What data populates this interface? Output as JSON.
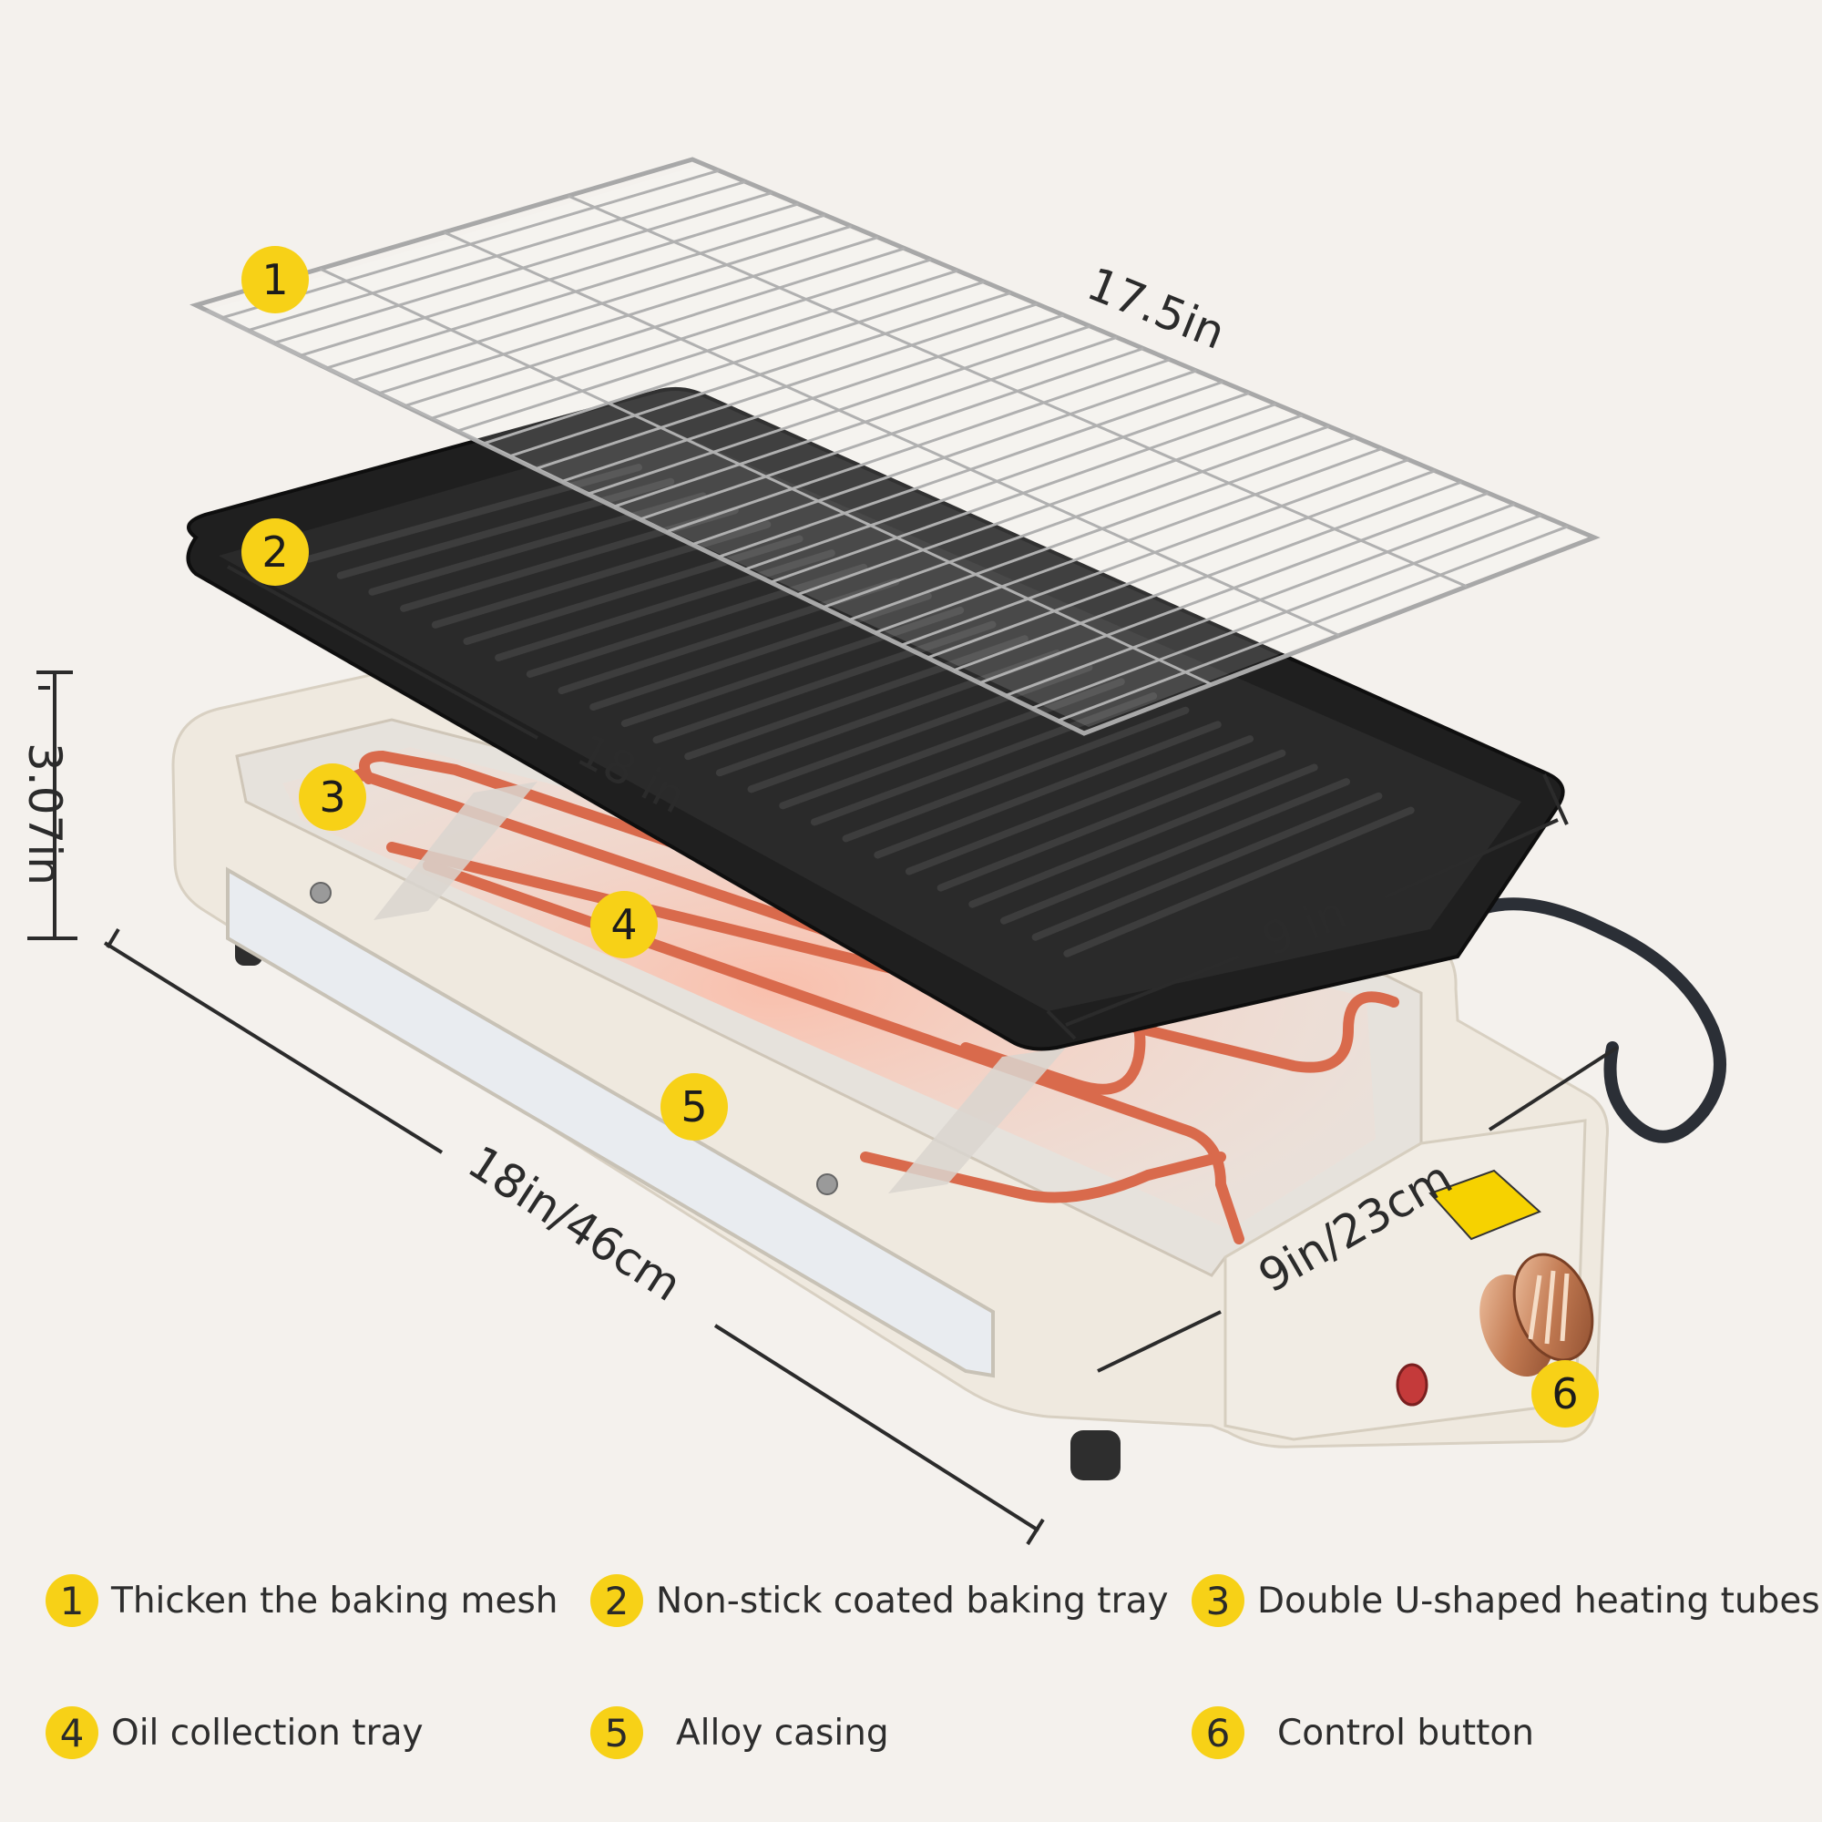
{
  "colors": {
    "badge": "#f7d117",
    "tray": "#1f1f1f",
    "casing": "#efe9df",
    "heating_tube": "#d96a4c",
    "mesh": "#9a9a9a"
  },
  "callouts": [
    {
      "num": "1"
    },
    {
      "num": "2"
    },
    {
      "num": "3"
    },
    {
      "num": "4"
    },
    {
      "num": "5"
    },
    {
      "num": "6"
    }
  ],
  "dimensions": {
    "mesh_length": "17.5in",
    "tray_length": "18 in",
    "tray_width": "9 in",
    "height": "3.07in",
    "base_length": "18in/46cm",
    "base_width": "9in/23cm"
  },
  "legend": [
    {
      "num": "1",
      "label": "Thicken the baking mesh"
    },
    {
      "num": "2",
      "label": "Non-stick coated baking tray"
    },
    {
      "num": "3",
      "label": "Double U-shaped heating tubes"
    },
    {
      "num": "4",
      "label": "Oil collection tray"
    },
    {
      "num": "5",
      "label": "Alloy casing"
    },
    {
      "num": "6",
      "label": "Control button"
    }
  ]
}
